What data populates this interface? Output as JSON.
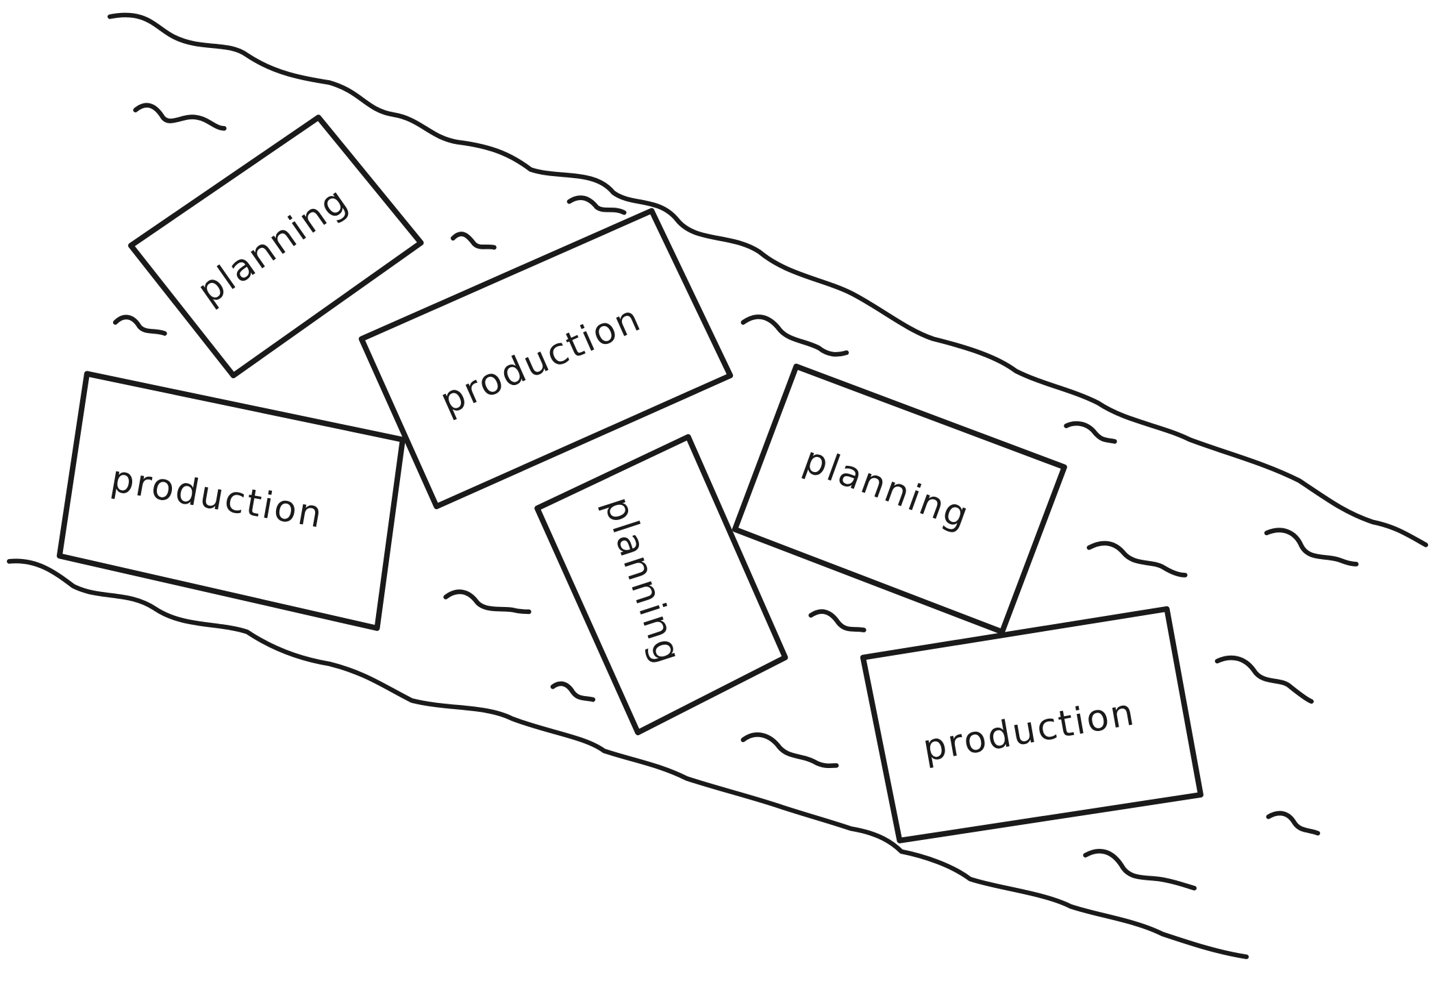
{
  "diagram": {
    "title": "",
    "boxes": [
      {
        "label": "planning"
      },
      {
        "label": "production"
      },
      {
        "label": "production"
      },
      {
        "label": "planning"
      },
      {
        "label": "planning"
      },
      {
        "label": "production"
      }
    ],
    "colors": {
      "ink": "#1a1a1a",
      "background": "#ffffff"
    }
  }
}
